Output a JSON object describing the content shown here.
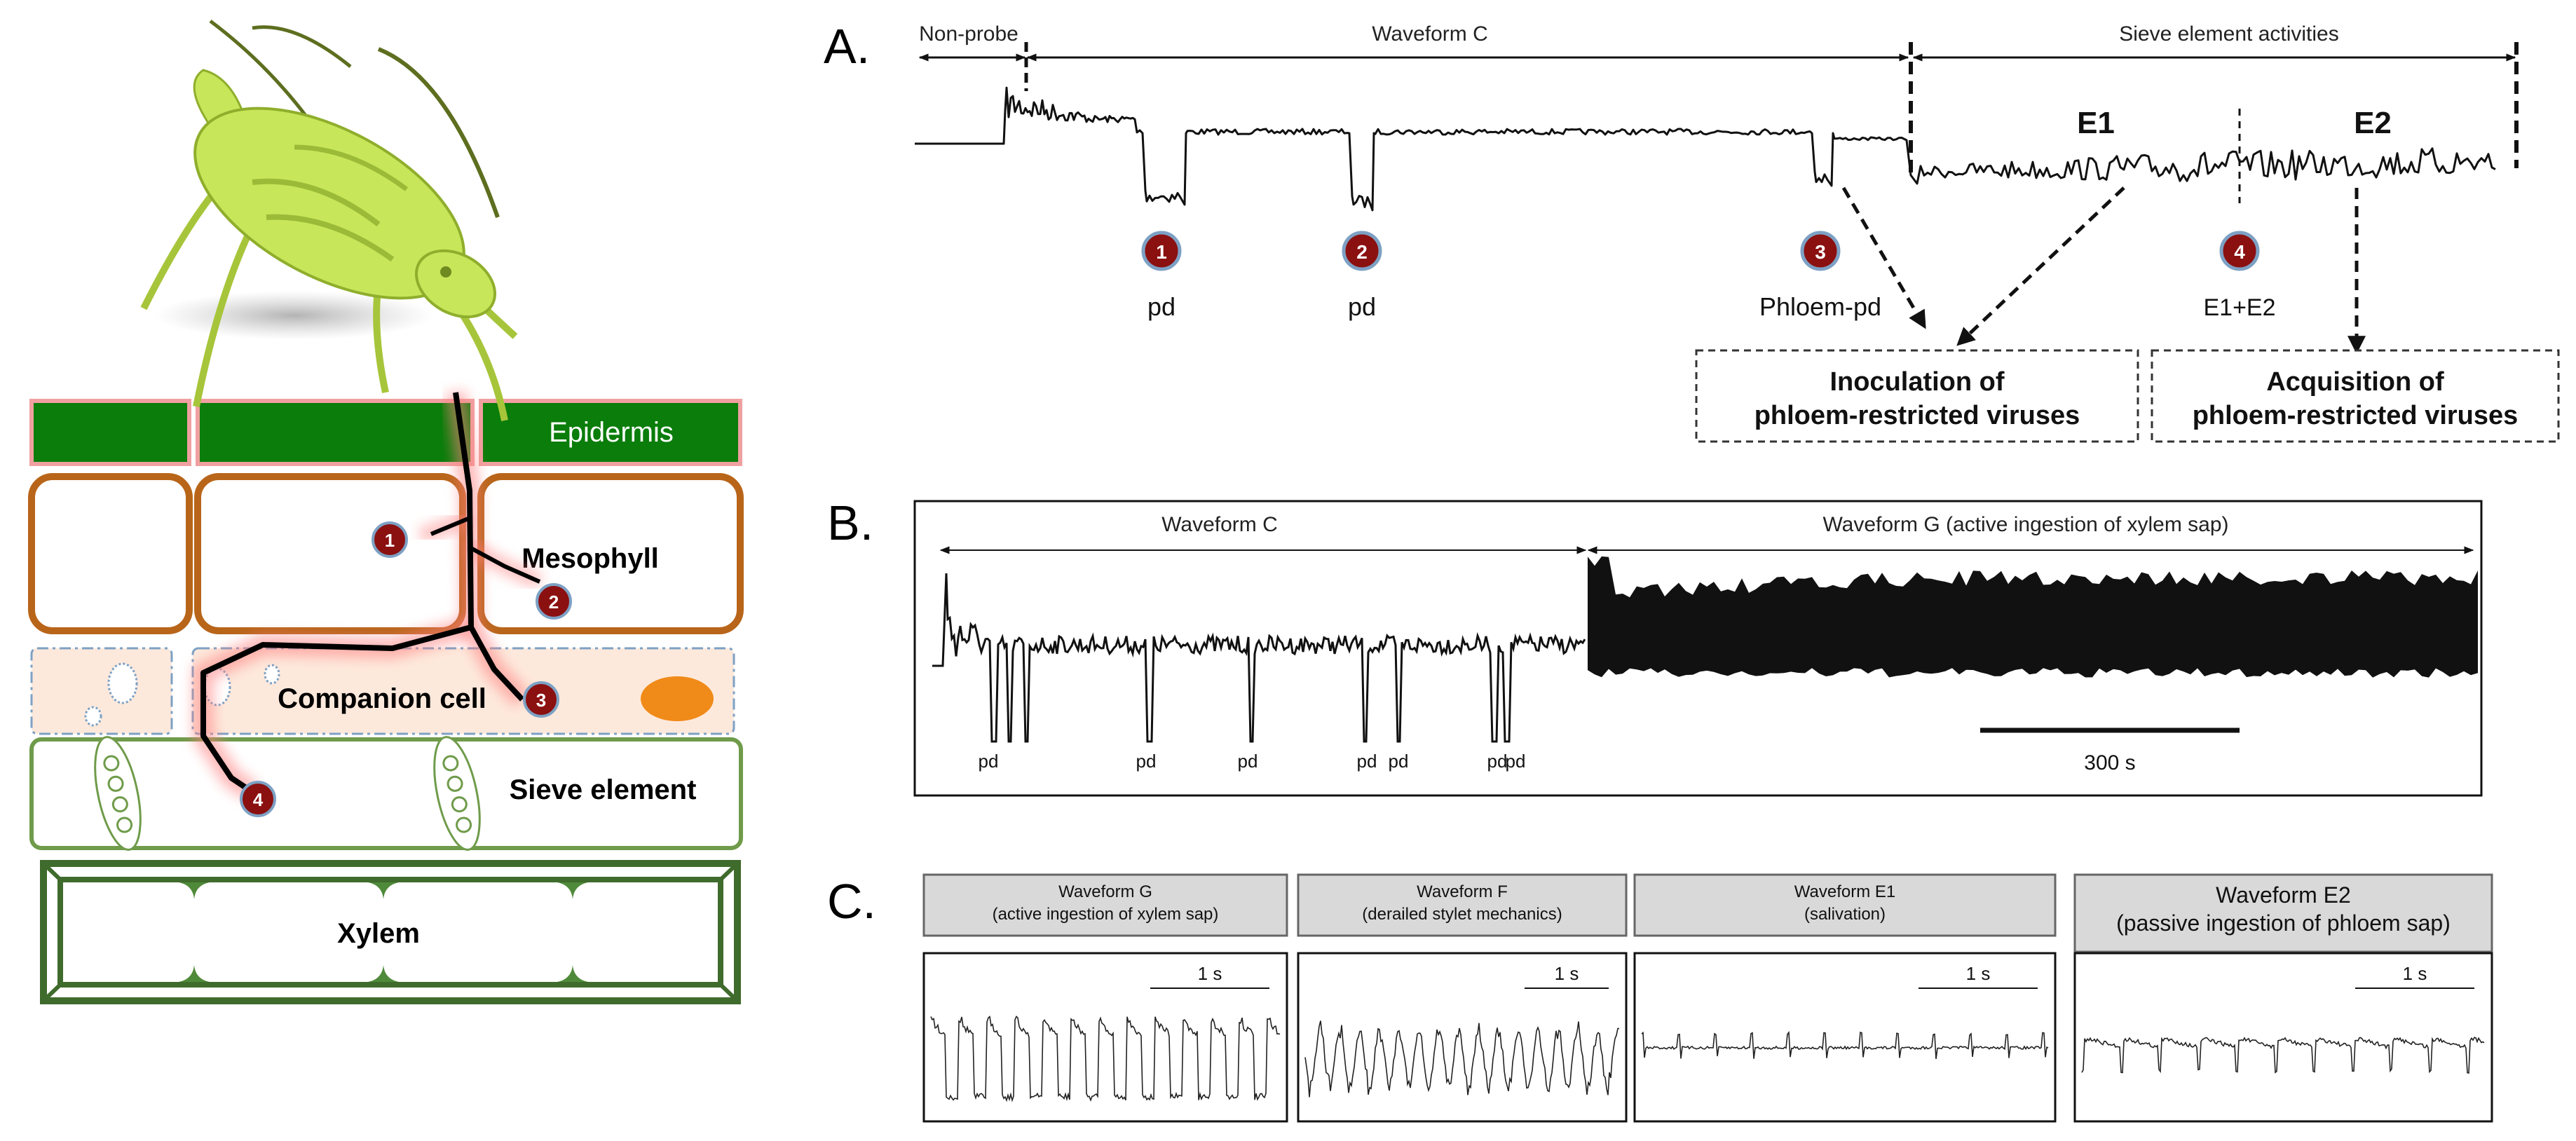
{
  "left_diagram": {
    "layers": {
      "epidermis": "Epidermis",
      "mesophyll": "Mesophyll",
      "companion_cell": "Companion cell",
      "sieve_element": "Sieve element",
      "xylem": "Xylem"
    },
    "markers": [
      "1",
      "2",
      "3",
      "4"
    ],
    "colors": {
      "epidermis": "#0a7d0a",
      "mesophyll": "#b8651a",
      "companion_fill": "#fde9dc",
      "sieve": "#6f9b4a",
      "xylem": "#3f6b2c",
      "marker": "#8b1010",
      "aphid": "#c8e65a"
    }
  },
  "panel_a": {
    "label": "A.",
    "arrows": {
      "non_probe": "Non-probe",
      "waveform_c": "Waveform C",
      "sieve_activities": "Sieve element activities"
    },
    "phases": {
      "e1": "E1",
      "e2": "E2"
    },
    "events": [
      {
        "marker": "1",
        "label": "pd"
      },
      {
        "marker": "2",
        "label": "pd"
      },
      {
        "marker": "3",
        "label": "Phloem-pd"
      },
      {
        "marker": "4",
        "label": "E1+E2"
      }
    ],
    "boxes": {
      "inoculation": [
        "Inoculation of",
        "phloem-restricted viruses"
      ],
      "acquisition": [
        "Acquisition of",
        "phloem-restricted viruses"
      ]
    }
  },
  "panel_b": {
    "label": "B.",
    "waveform_c": "Waveform C",
    "waveform_g": "Waveform G (active ingestion of xylem sap)",
    "pd_label": "pd",
    "scale": "300 s"
  },
  "panel_c": {
    "label": "C.",
    "panels": [
      {
        "title": [
          "Waveform G",
          "(active ingestion of xylem sap)"
        ],
        "scale": "1 s"
      },
      {
        "title": [
          "Waveform F",
          "(derailed stylet mechanics)"
        ],
        "scale": "1 s"
      },
      {
        "title": [
          "Waveform E1",
          "(salivation)"
        ],
        "scale": "1 s"
      },
      {
        "title": [
          "Waveform E2",
          "(passive ingestion of phloem sap)"
        ],
        "scale": "1 s"
      }
    ]
  }
}
